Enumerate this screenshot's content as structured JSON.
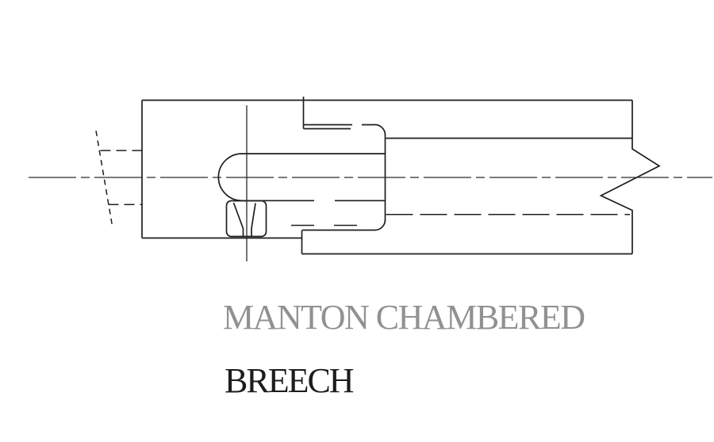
{
  "page": {
    "background": "#ffffff"
  },
  "caption": {
    "line1": "MANTON CHAMBERED",
    "line2": "BREECH",
    "line1_color": "#919191",
    "line2_color": "#1c1c1c"
  },
  "drawing": {
    "type": "technical-cross-section",
    "subject": "Manton chambered breech plug screwed into a broken-away barrel, side section view",
    "line_color": "#1e1e1e",
    "centerline_color": "#2a2a2a",
    "components": [
      "breech-plug-body",
      "threaded-joint",
      "powder-chamber",
      "vent-plug-with-cone",
      "barrel",
      "bore-hidden-line",
      "barrel-break-symbol",
      "horizontal-centerline",
      "vertical-vent-centerline",
      "rear-hidden-projection"
    ]
  }
}
